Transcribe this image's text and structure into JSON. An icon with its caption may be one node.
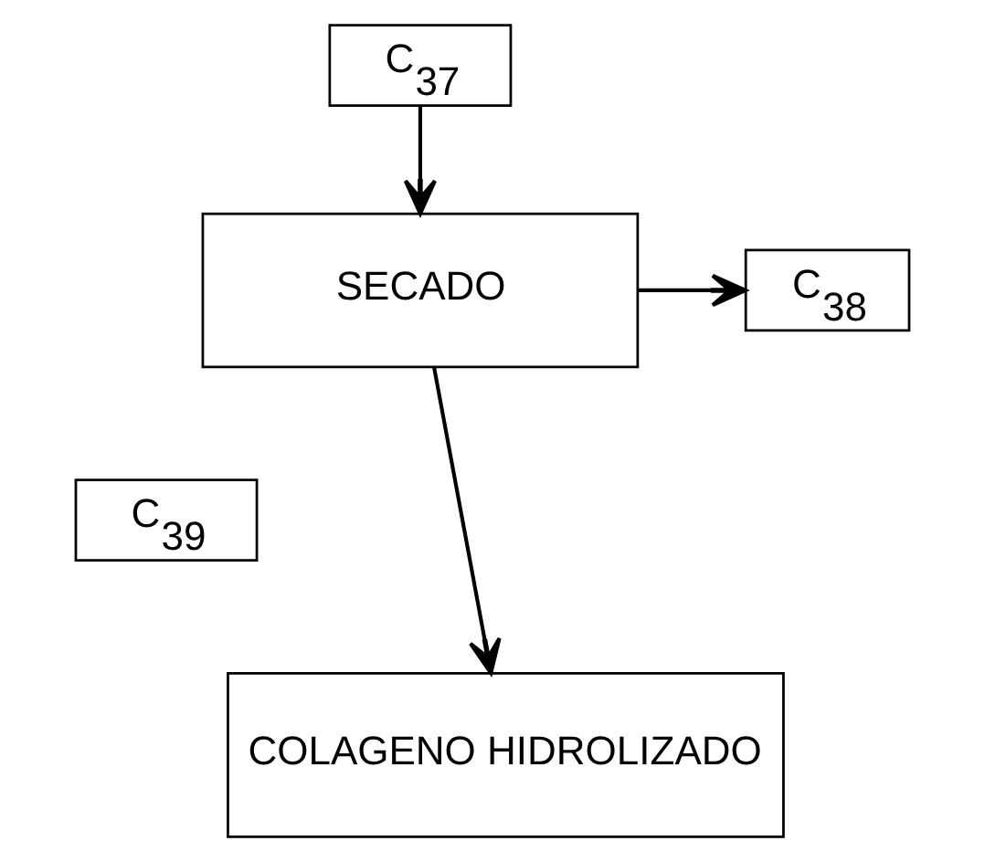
{
  "diagram": {
    "nodes": [
      {
        "text": [
          "C$_{37}$"
        ]
      },
      {
        "text": [
          "SECADO"
        ]
      },
      {
        "text": [
          "C$_{38}$"
        ]
      },
      {
        "text": [
          "C$_{39}$"
        ]
      },
      {
        "text": [
          "COLAGENO HIDROLIZADO"
        ]
      }
    ],
    "edges": [
      {
        "from": 0,
        "to": 1,
        "arrow": "to"
      },
      {
        "from": 1,
        "to": 2,
        "arrow": "to"
      },
      {
        "from": 1,
        "to": 4,
        "arrow": "to"
      }
    ]
  }
}
